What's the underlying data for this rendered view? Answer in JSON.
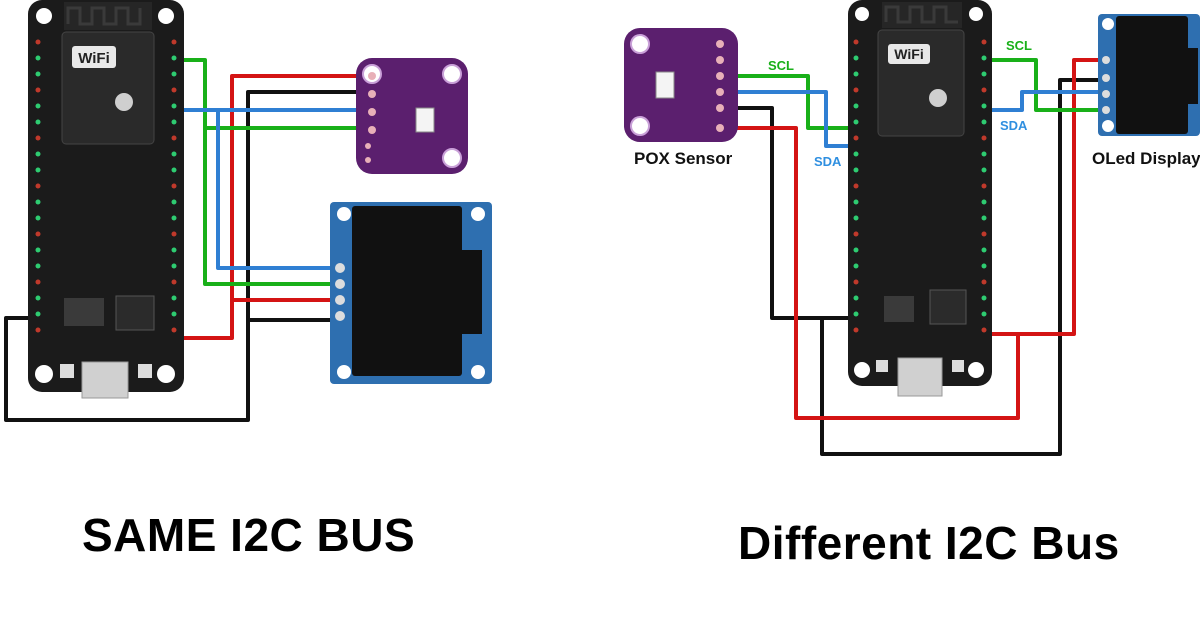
{
  "diagrams": {
    "left": {
      "caption": "SAME I2C BUS",
      "board_logo": "WiFi"
    },
    "right": {
      "caption": "Different I2C Bus",
      "board_logo": "WiFi",
      "labels": {
        "scl_sensor": "SCL",
        "sda_sensor": "SDA",
        "scl_display": "SCL",
        "sda_display": "SDA",
        "sensor": "POX Sensor",
        "display": "OLed Display"
      }
    }
  },
  "colors": {
    "board": "#1b1b1b",
    "sensor_board": "#5b1f6e",
    "display_board": "#2e6fb0",
    "wire_scl": "#19b019",
    "wire_sda": "#2f7fd3",
    "wire_vcc": "#d41414",
    "wire_gnd": "#111111",
    "label_scl": "#19b019",
    "label_sda": "#2f8fe0"
  }
}
